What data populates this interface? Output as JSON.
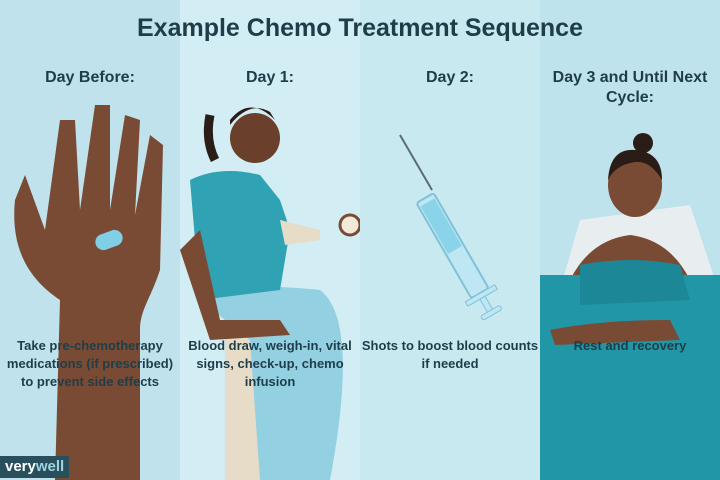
{
  "title": "Example Chemo Treatment Sequence",
  "steps": [
    {
      "heading": "Day Before:",
      "description": "Take pre-chemotherapy medications (if prescribed) to prevent side effects",
      "icon": "hand-with-pill-icon"
    },
    {
      "heading": "Day 1:",
      "description": "Blood draw, weigh-in, vital signs, check-up, chemo infusion",
      "icon": "patient-infusion-icon"
    },
    {
      "heading": "Day 2:",
      "description": "Shots to boost blood counts if needed",
      "icon": "syringe-icon"
    },
    {
      "heading": "Day 3 and Until Next Cycle:",
      "description": "Rest and recovery",
      "icon": "resting-patient-icon"
    }
  ],
  "brand": {
    "part1": "very",
    "part2": "well"
  },
  "colors": {
    "text": "#1e3d49",
    "skin": "#7a4b34",
    "teal": "#2196a6"
  }
}
